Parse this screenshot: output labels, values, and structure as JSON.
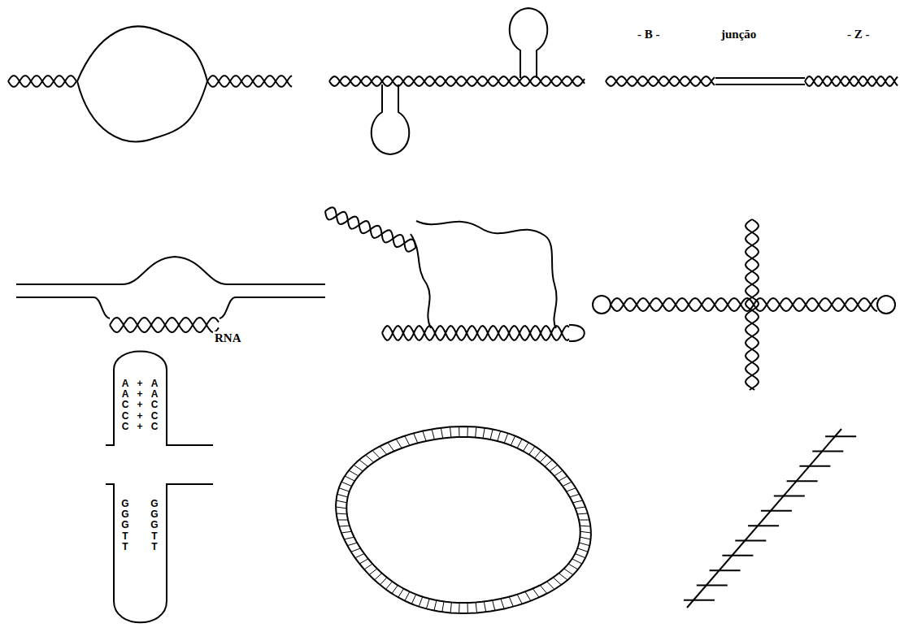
{
  "diagram": {
    "labels": [
      "- B -",
      "junção",
      "- Z -",
      "RNA",
      "AACCC",
      "+++++",
      "AACCC",
      "GGGTT",
      "GGGTT"
    ]
  }
}
